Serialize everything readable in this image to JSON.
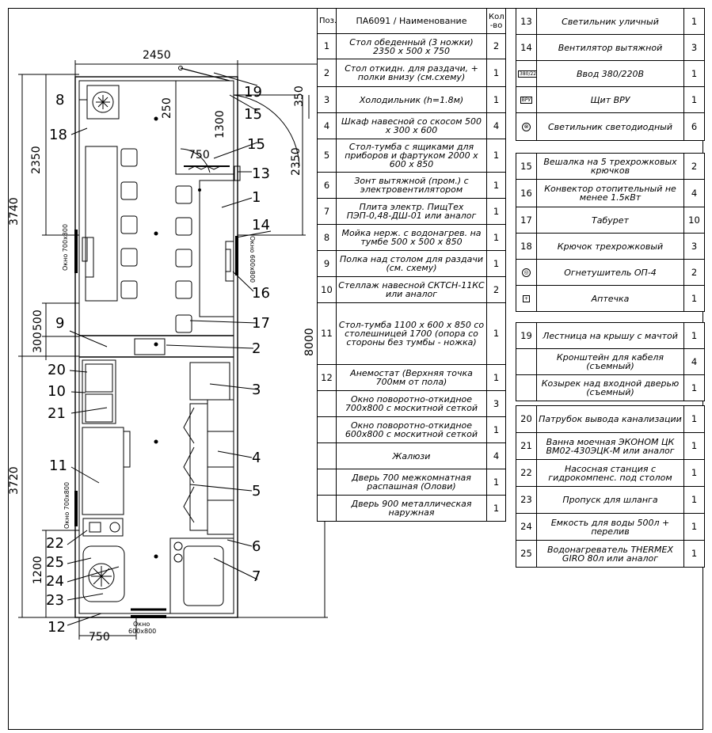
{
  "plan": {
    "dimensions": {
      "top_width": "2450",
      "total_length": "8000",
      "left_upper": "3740",
      "left_lower": "3720",
      "left_2350": "2350",
      "right_2350": "2350",
      "d500": "500",
      "d300": "300",
      "d1200": "1200",
      "d250": "250",
      "d1300": "1300",
      "d750_inner": "750",
      "d350": "350",
      "d750_bottom": "750"
    },
    "window_labels": {
      "left_upper": "Окно 700x800",
      "left_lower": "Окно 700x800",
      "right": "Окно 600x800",
      "bottom": "Окно 600x800"
    },
    "callouts": [
      "19",
      "15",
      "15",
      "13",
      "1",
      "14",
      "16",
      "17",
      "2",
      "3",
      "4",
      "5",
      "6",
      "7",
      "8",
      "18",
      "9",
      "20",
      "10",
      "21",
      "11",
      "22",
      "25",
      "24",
      "23",
      "12"
    ]
  },
  "table1": {
    "header": {
      "pos": "Поз.",
      "name": "ПА6091 / Наименование",
      "qty": "Кол -во"
    },
    "rows": [
      {
        "pos": "1",
        "name": "Стол обеденный (3 ножки) 2350 х 500 х 750",
        "qty": "2"
      },
      {
        "pos": "2",
        "name": "Стол откидн. для раздачи, + полки внизу (см.схему)",
        "qty": "1"
      },
      {
        "pos": "3",
        "name": "Холодильник (h=1.8м)",
        "qty": "1"
      },
      {
        "pos": "4",
        "name": "Шкаф навесной со скосом 500 х 300 х 600",
        "qty": "4"
      },
      {
        "pos": "5",
        "name": "Стол-тумба с ящиками для приборов и фартуком 2000 х 600 х 850",
        "qty": "1"
      },
      {
        "pos": "6",
        "name": "Зонт вытяжной (пром.) с электровентилятором",
        "qty": "1"
      },
      {
        "pos": "7",
        "name": "Плита электр. ПищТех ПЭП-0,48-ДШ-01 или аналог",
        "qty": "1"
      },
      {
        "pos": "8",
        "name": "Мойка нерж. с водонагрев. на тумбе 500 х 500 х 850",
        "qty": "1"
      },
      {
        "pos": "9",
        "name": "Полка над столом для раздачи (см. схему)",
        "qty": "1"
      },
      {
        "pos": "10",
        "name": "Стеллаж навесной СКТСН-11КС или аналог",
        "qty": "2"
      },
      {
        "pos": "11",
        "name": "Стол-тумба 1100 х 600 х 850 со столешницей 1700 (опора со стороны без тумбы - ножка)",
        "qty": "1"
      },
      {
        "pos": "12",
        "name": "Анемостат (Верхняя точка 700мм от пола)",
        "qty": "1"
      },
      {
        "pos": "",
        "name": "Окно поворотно-откидное 700x800 с москитной сеткой",
        "qty": "3"
      },
      {
        "pos": "",
        "name": "Окно поворотно-откидное 600x800 с москитной сеткой",
        "qty": "1"
      },
      {
        "pos": "",
        "name": "Жалюзи",
        "qty": "4"
      },
      {
        "pos": "",
        "name": "Дверь 700 межкомнатная распашная (Олови)",
        "qty": "1"
      },
      {
        "pos": "",
        "name": "Дверь 900 металлическая наружная",
        "qty": "1"
      }
    ]
  },
  "table2a": [
    {
      "pos": "13",
      "icon": "",
      "name": "Светильник уличный",
      "qty": "1"
    },
    {
      "pos": "14",
      "icon": "",
      "name": "Вентилятор вытяжной",
      "qty": "3"
    },
    {
      "pos": "",
      "icon": "380/220",
      "name": "Ввод 380/220В",
      "qty": "1"
    },
    {
      "pos": "",
      "icon": "ВРУ",
      "name": "Щит ВРУ",
      "qty": "1"
    },
    {
      "pos": "",
      "icon": "⊗",
      "name": "Светильник светодиодный",
      "qty": "6"
    }
  ],
  "table2b": [
    {
      "pos": "15",
      "icon": "",
      "name": "Вешалка на 5 трехрожковых крючков",
      "qty": "2"
    },
    {
      "pos": "16",
      "icon": "",
      "name": "Конвектор отопительный не менее 1.5кВт",
      "qty": "4"
    },
    {
      "pos": "17",
      "icon": "",
      "name": "Табурет",
      "qty": "10"
    },
    {
      "pos": "18",
      "icon": "",
      "name": "Крючок трехрожковый",
      "qty": "3"
    },
    {
      "pos": "",
      "icon": "◎",
      "name": "Огнетушитель ОП-4",
      "qty": "2"
    },
    {
      "pos": "",
      "icon": "+",
      "name": "Аптечка",
      "qty": "1"
    }
  ],
  "table2c": [
    {
      "pos": "19",
      "name": "Лестница на крышу с мачтой",
      "qty": "1"
    },
    {
      "pos": "",
      "name": "Кронштейн для кабеля (съемный)",
      "qty": "4"
    },
    {
      "pos": "",
      "name": "Козырек над входной дверью (съемный)",
      "qty": "1"
    }
  ],
  "table2d": [
    {
      "pos": "20",
      "name": "Патрубок вывода канализации",
      "qty": "1"
    },
    {
      "pos": "21",
      "name": "Ванна моечная ЭКОНОМ ЦК ВМ02-430ЭЦК-М или аналог",
      "qty": "1"
    },
    {
      "pos": "22",
      "name": "Насосная станция с гидрокомпенс. под столом",
      "qty": "1"
    },
    {
      "pos": "23",
      "name": "Пропуск для шланга",
      "qty": "1"
    },
    {
      "pos": "24",
      "name": "Емкость для воды 500л + перелив",
      "qty": "1"
    },
    {
      "pos": "25",
      "name": "Водонагреватель THERMEX GIRO 80л или аналог",
      "qty": "1"
    }
  ]
}
